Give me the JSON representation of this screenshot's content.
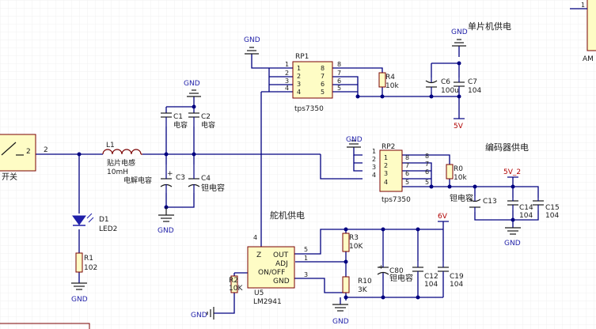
{
  "colors": {
    "wire": "#000080",
    "outline": "#7a0000",
    "pin": "#1a1a1a",
    "chip": "#fefcc5",
    "text": "#1a1a1a",
    "grid": "#f1f1f1",
    "blue_text": "#1f1fa8",
    "red_text": "#b00000",
    "led": "#1f1fa8"
  },
  "title_labels": {
    "mcu_power": "单片机供电",
    "encoder_power": "编码器供电",
    "servo_power": "舵机供电",
    "switch_label": "开关",
    "corner_am": "AM",
    "corner_pin": "1"
  },
  "net_labels": {
    "gnd": "GND",
    "v5": "5V",
    "v5_2": "5V_2",
    "v6": "6V",
    "net2": "2"
  },
  "switch": {
    "pin": "2"
  },
  "components": {
    "L1": {
      "ref": "L1",
      "desc": "贴片电感",
      "value": "10mH"
    },
    "C1": {
      "ref": "C1",
      "value": "电容"
    },
    "C2": {
      "ref": "C2",
      "value": "电容"
    },
    "C3": {
      "ref": "C3",
      "desc": "电解电容"
    },
    "C4": {
      "ref": "C4",
      "value": "钽电容"
    },
    "D1": {
      "ref": "D1",
      "value": "LED2"
    },
    "R1": {
      "ref": "R1",
      "value": "102"
    },
    "R2": {
      "ref": "R2",
      "value": "10K"
    },
    "R3": {
      "ref": "R3",
      "value": "10K"
    },
    "R4": {
      "ref": "R4",
      "value": "10k"
    },
    "R0": {
      "ref": "R0",
      "value": "10k"
    },
    "R10": {
      "ref": "R10",
      "value": "3K"
    },
    "C6": {
      "ref": "C6",
      "value": "100u"
    },
    "C7": {
      "ref": "C7",
      "value": "104"
    },
    "C13": {
      "ref": "C13",
      "desc": "钽电容"
    },
    "C14": {
      "ref": "C14",
      "value": "104"
    },
    "C15": {
      "ref": "C15",
      "value": "104"
    },
    "C80": {
      "ref": "C80",
      "value": "钽电容"
    },
    "C12": {
      "ref": "C12",
      "value": "104"
    },
    "C19": {
      "ref": "C19",
      "value": "104"
    }
  },
  "rp1": {
    "ref": "RP1",
    "part": "tps7350",
    "inner_pins": [
      "1",
      "2",
      "3",
      "4",
      "8",
      "7",
      "6",
      "5"
    ],
    "outer_pins": [
      "1",
      "2",
      "3",
      "4",
      "8",
      "7",
      "6",
      "5"
    ]
  },
  "rp2": {
    "ref": "RP2",
    "part": "tps7350",
    "inner_pins": [
      "1",
      "2",
      "3",
      "4",
      "8",
      "7",
      "6",
      "5"
    ],
    "outer_pins": [
      "1",
      "2",
      "3",
      "4",
      "8",
      "7",
      "6",
      "5"
    ]
  },
  "u5": {
    "ref": "U5",
    "part": "LM2941",
    "pins_in": [
      "OUT",
      "ADJ",
      "ON/OFF",
      "GND"
    ],
    "pin_numbers": [
      "5",
      "1",
      "3",
      "4"
    ],
    "z_mark": "Z"
  }
}
